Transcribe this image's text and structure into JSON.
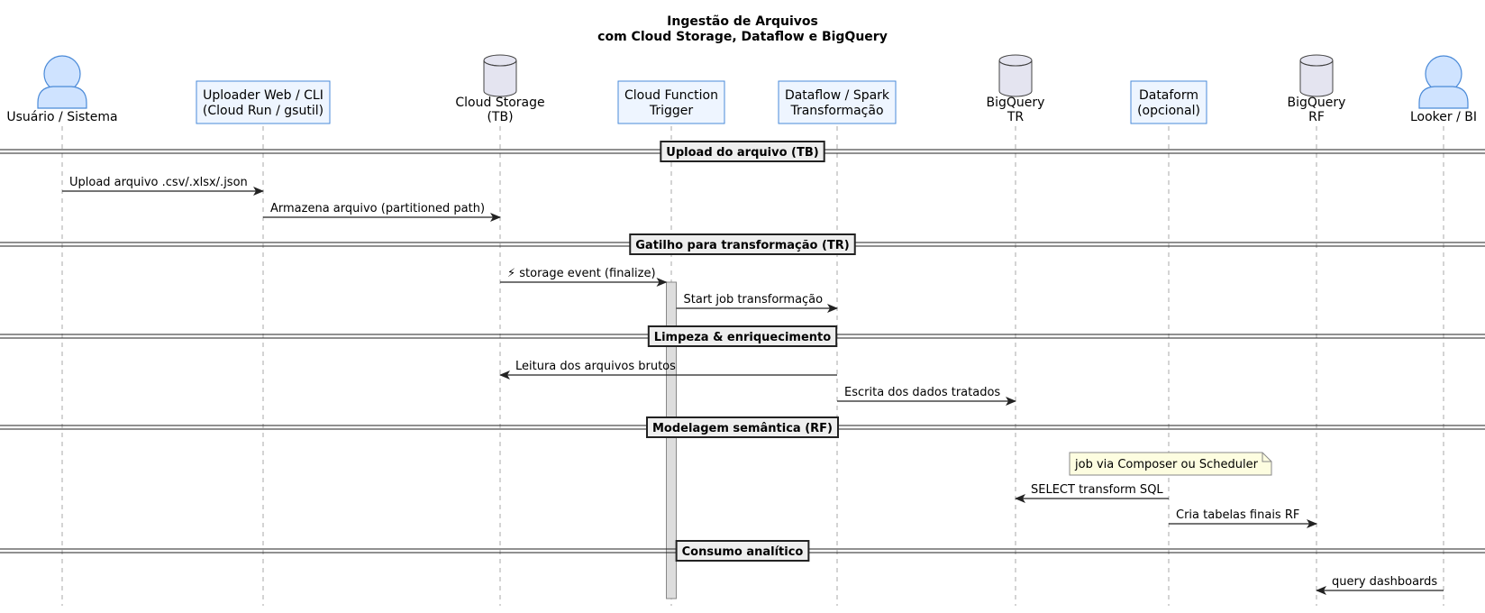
{
  "title": {
    "line1": "Ingestão de Arquivos",
    "line2": "com Cloud Storage, Dataflow e BigQuery"
  },
  "participants": [
    {
      "id": "user",
      "type": "actor",
      "label": [
        "Usuário / Sistema"
      ]
    },
    {
      "id": "uploader",
      "type": "box",
      "label": [
        "Uploader Web / CLI",
        "(Cloud Run / gsutil)"
      ]
    },
    {
      "id": "gcs",
      "type": "database",
      "label": [
        "Cloud Storage",
        "(TB)"
      ]
    },
    {
      "id": "cf",
      "type": "box",
      "label": [
        "Cloud Function",
        "Trigger"
      ]
    },
    {
      "id": "df",
      "type": "box",
      "label": [
        "Dataflow / Spark",
        "Transformação"
      ]
    },
    {
      "id": "bqtr",
      "type": "database",
      "label": [
        "BigQuery",
        "TR"
      ]
    },
    {
      "id": "dform",
      "type": "box",
      "label": [
        "Dataform",
        "(opcional)"
      ]
    },
    {
      "id": "bqrf",
      "type": "database",
      "label": [
        "BigQuery",
        "RF"
      ]
    },
    {
      "id": "looker",
      "type": "actor",
      "label": [
        "Looker / BI"
      ]
    }
  ],
  "dividers": [
    "Upload do arquivo (TB)",
    "Gatilho para transformação (TR)",
    "Limpeza & enriquecimento",
    "Modelagem semântica (RF)",
    "Consumo analítico"
  ],
  "messages": [
    {
      "from": "user",
      "to": "uploader",
      "label": "Upload arquivo .csv/.xlsx/.json"
    },
    {
      "from": "uploader",
      "to": "gcs",
      "label": "Armazena arquivo (partitioned path)"
    },
    {
      "from": "gcs",
      "to": "cf",
      "label": "⚡ storage event (finalize)"
    },
    {
      "from": "cf",
      "to": "df",
      "label": "Start job transformação"
    },
    {
      "from": "df",
      "to": "gcs",
      "label": "Leitura dos arquivos brutos"
    },
    {
      "from": "df",
      "to": "bqtr",
      "label": "Escrita dos dados tratados"
    },
    {
      "from": "dform",
      "to": "bqtr",
      "label": "SELECT transform SQL"
    },
    {
      "from": "dform",
      "to": "bqrf",
      "label": "Cria tabelas finais RF"
    },
    {
      "from": "looker",
      "to": "bqrf",
      "label": "query dashboards"
    }
  ],
  "note": {
    "over": "dform",
    "text": "job via Composer ou Scheduler"
  },
  "activation": {
    "on": "cf"
  },
  "colors": {
    "actor_fill": "#cfe3ff",
    "actor_stroke": "#4a8ad8",
    "box_fill": "#eef5ff",
    "box_stroke": "#4a8ad8",
    "db_fill": "#e4e4f0",
    "db_stroke": "#444444",
    "note_fill": "#fdfde0",
    "activation_fill": "#dddddd",
    "line": "#222222",
    "lifeline": "#aaaaaa"
  }
}
